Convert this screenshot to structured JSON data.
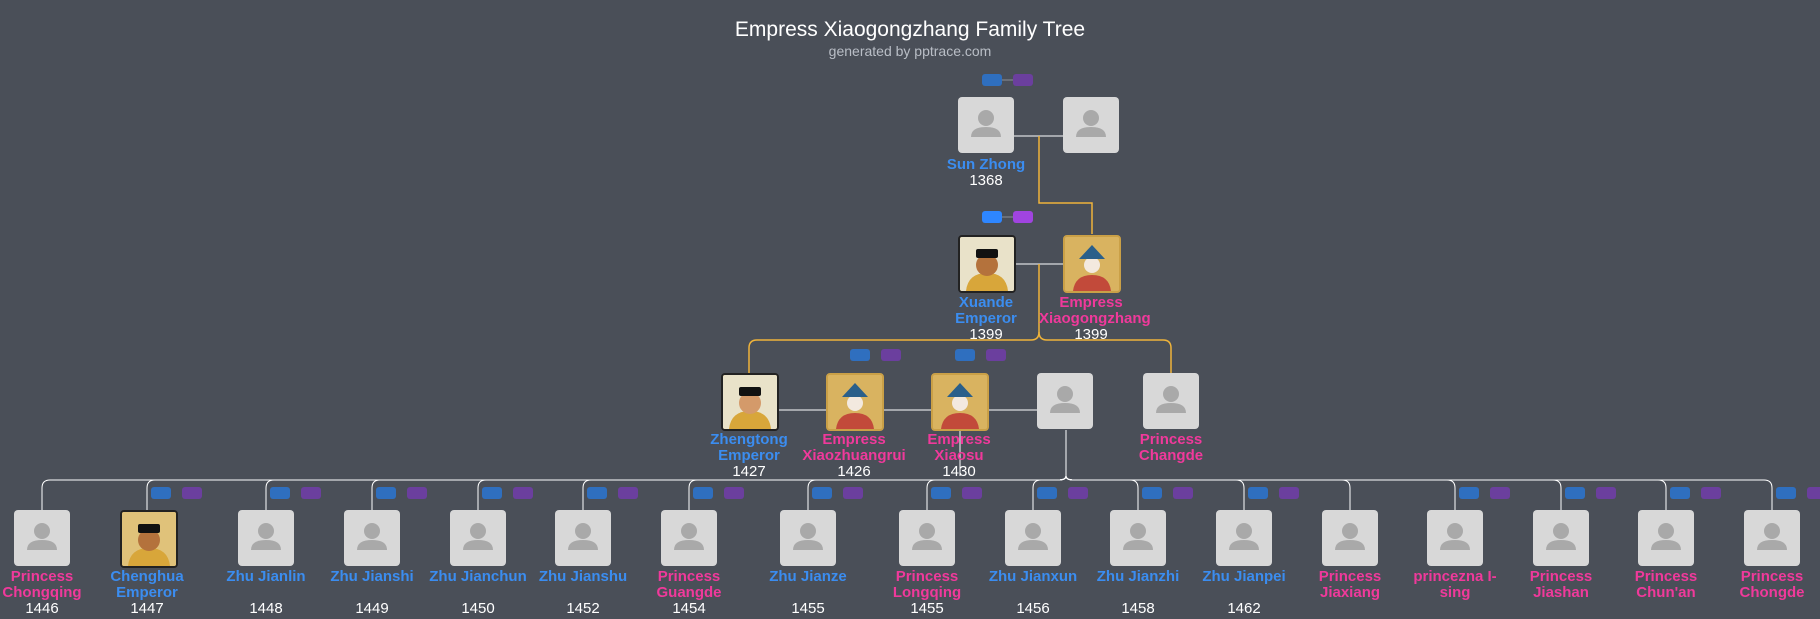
{
  "title": "Empress Xiaogongzhang Family Tree",
  "subtitle": "generated by pptrace.com",
  "colors": {
    "background": "#4a4f58",
    "male_name": "#3b8df0",
    "female_name": "#f0399b",
    "highlight_line": "#f0b43a",
    "line": "#ffffff"
  },
  "people": {
    "sun_zhong": {
      "name": "Sun Zhong",
      "year": "1368"
    },
    "sun_zhong_spouse": {
      "name": "",
      "year": ""
    },
    "xuande": {
      "name": "Xuande Emperor",
      "year": "1399"
    },
    "xiaogongzhang": {
      "name": "Empress Xiaogongzhang",
      "year": "1399"
    },
    "zhengtong": {
      "name": "Zhengtong Emperor",
      "year": "1427"
    },
    "xiaozhuangrui": {
      "name": "Empress Xiaozhuangrui",
      "year": "1426"
    },
    "xiaosu": {
      "name": "Empress Xiaosu",
      "year": "1430"
    },
    "unknown_consort": {
      "name": "",
      "year": ""
    },
    "changde": {
      "name": "Princess Changde",
      "year": ""
    }
  },
  "children": [
    {
      "name": "Princess Chongqing",
      "year": "1446",
      "gender": "f",
      "photo": false
    },
    {
      "name": "Chenghua Emperor",
      "year": "1447",
      "gender": "m",
      "photo": true
    },
    {
      "name": "Zhu Jianlin",
      "year": "1448",
      "gender": "m",
      "photo": false
    },
    {
      "name": "Zhu Jianshi",
      "year": "1449",
      "gender": "m",
      "photo": false
    },
    {
      "name": "Zhu Jianchun",
      "year": "1450",
      "gender": "m",
      "photo": false
    },
    {
      "name": "Zhu Jianshu",
      "year": "1452",
      "gender": "m",
      "photo": false
    },
    {
      "name": "Princess Guangde",
      "year": "1454",
      "gender": "f",
      "photo": false
    },
    {
      "name": "Zhu Jianze",
      "year": "1455",
      "gender": "m",
      "photo": false
    },
    {
      "name": "Princess Longqing",
      "year": "1455",
      "gender": "f",
      "photo": false
    },
    {
      "name": "Zhu Jianxun",
      "year": "1456",
      "gender": "m",
      "photo": false
    },
    {
      "name": "Zhu Jianzhi",
      "year": "1458",
      "gender": "m",
      "photo": false
    },
    {
      "name": "Zhu Jianpei",
      "year": "1462",
      "gender": "m",
      "photo": false
    },
    {
      "name": "Princess Jiaxiang",
      "year": "",
      "gender": "f",
      "photo": false
    },
    {
      "name": "princezna I-sing",
      "year": "",
      "gender": "f",
      "photo": false
    },
    {
      "name": "Princess Jiashan",
      "year": "",
      "gender": "f",
      "photo": false
    },
    {
      "name": "Princess Chun'an",
      "year": "",
      "gender": "f",
      "photo": false
    },
    {
      "name": "Princess Chongde",
      "year": "",
      "gender": "f",
      "photo": false
    }
  ]
}
